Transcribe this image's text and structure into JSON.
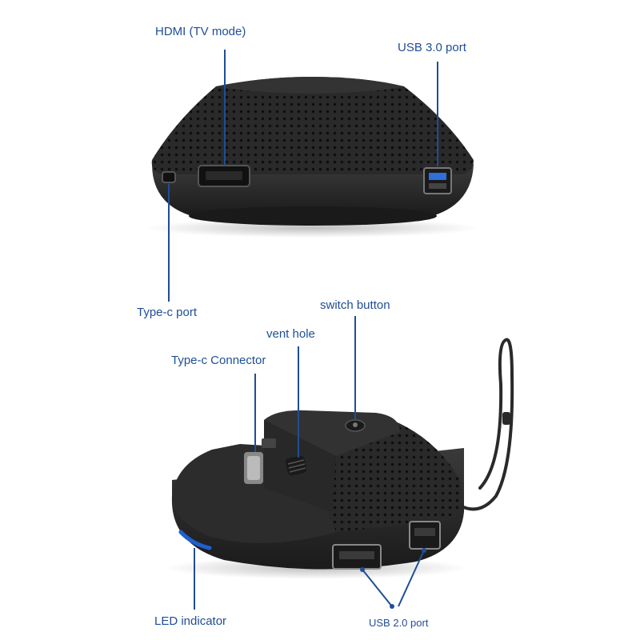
{
  "labels": {
    "hdmi": "HDMI (TV mode)",
    "usb3": "USB 3.0 port",
    "typec_port": "Type-c port",
    "switch_button": "switch button",
    "vent_hole": "vent hole",
    "typec_connector": "Type-c Connector",
    "led_indicator": "LED indicator",
    "usb2": "USB 2.0 port"
  },
  "colors": {
    "label_text": "#1f4e96",
    "callout_line": "#1f4e96",
    "device_body": "#2b2b2b",
    "usb3_accent": "#2e6fd8",
    "led_glow": "#1f5fd0"
  }
}
